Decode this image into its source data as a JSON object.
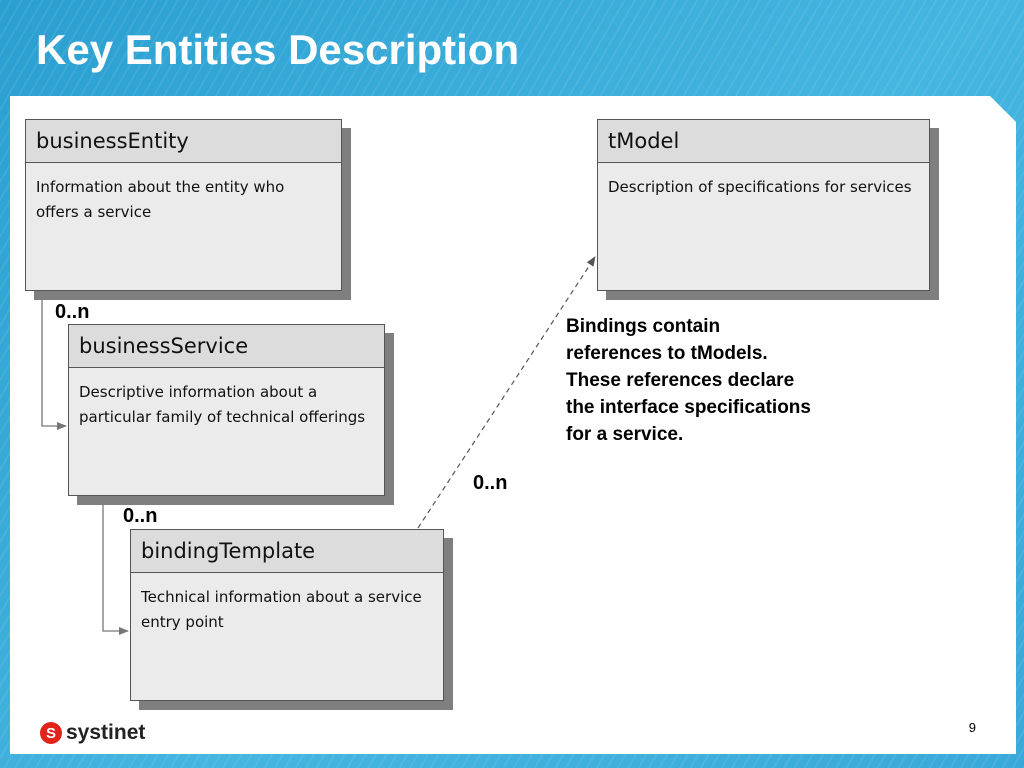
{
  "slide": {
    "title": "Key Entities Description",
    "page_number": "9",
    "brand": "systinet",
    "colors": {
      "background": "#2a9fd0",
      "panel": "#ffffff",
      "box_fill": "#ebebeb",
      "box_header": "#dcdcdc",
      "box_shadow": "#7f7f7f",
      "logo_red": "#e2231a"
    }
  },
  "entities": {
    "business_entity": {
      "name": "businessEntity",
      "description": "Information about the entity who offers a service"
    },
    "business_service": {
      "name": "businessService",
      "description": "Descriptive information about a particular family of technical offerings"
    },
    "binding_template": {
      "name": "bindingTemplate",
      "description": "Technical information about a service entry point"
    },
    "tmodel": {
      "name": "tModel",
      "description": "Description of specifications for services"
    }
  },
  "multiplicities": {
    "entity_to_service": "0..n",
    "service_to_binding": "0..n",
    "binding_to_tmodel": "0..n"
  },
  "note": {
    "lines": [
      "Bindings contain",
      "references to tModels.",
      "These references declare",
      "the interface specifications",
      "for a service."
    ]
  }
}
